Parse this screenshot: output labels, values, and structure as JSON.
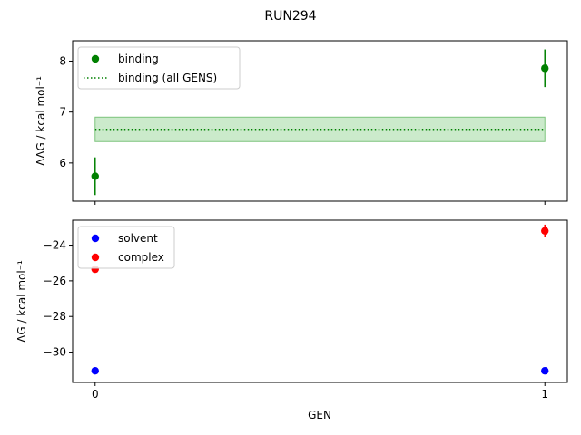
{
  "chart_data": {
    "type": "scatter",
    "title": "RUN294",
    "xlabel": "GEN",
    "xticks": [
      "0",
      "1"
    ],
    "panels": [
      {
        "name": "top",
        "ylabel": "ΔΔG / kcal mol⁻¹",
        "ylim": [
          5.25,
          8.4
        ],
        "yticks": [
          "6",
          "7",
          "8"
        ],
        "xlim": [
          -0.05,
          1.05
        ],
        "legend_position": "upper left",
        "series": [
          {
            "name": "binding",
            "kind": "points-with-errorbars",
            "color": "#008000",
            "x": [
              0,
              1
            ],
            "y": [
              5.74,
              7.86
            ],
            "yerr": [
              0.37,
              0.37
            ]
          },
          {
            "name": "binding (all GENS)",
            "kind": "dotted-line-with-band",
            "color": "#008000",
            "band_color": "#a8dca8",
            "x": [
              0,
              1
            ],
            "y": 6.66,
            "band": [
              6.42,
              6.9
            ]
          }
        ]
      },
      {
        "name": "bottom",
        "ylabel": "ΔG / kcal mol⁻¹",
        "ylim": [
          -31.7,
          -22.6
        ],
        "yticks": [
          "−30",
          "−28",
          "−26",
          "−24"
        ],
        "xlim": [
          -0.05,
          1.05
        ],
        "legend_position": "upper left",
        "series": [
          {
            "name": "solvent",
            "kind": "points",
            "color": "#0000ff",
            "x": [
              0,
              1
            ],
            "y": [
              -31.05,
              -31.05
            ]
          },
          {
            "name": "complex",
            "kind": "points-with-errorbars",
            "color": "#ff0000",
            "x": [
              0,
              1
            ],
            "y": [
              -25.35,
              -23.2
            ],
            "yerr": [
              0.2,
              0.35
            ]
          }
        ]
      }
    ]
  }
}
